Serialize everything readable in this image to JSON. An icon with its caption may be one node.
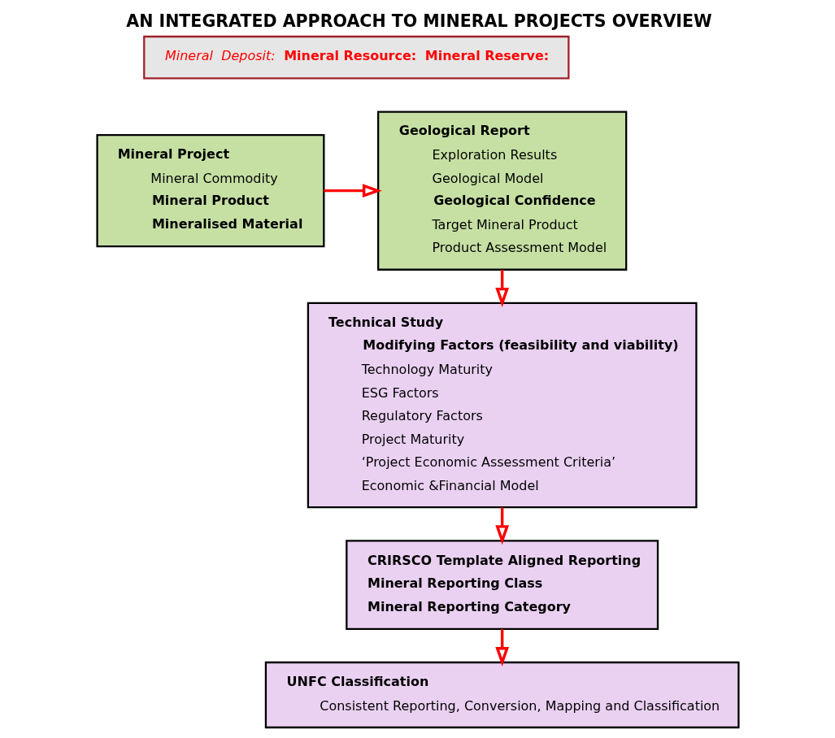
{
  "diagram": {
    "title": "AN INTEGRATED APPROACH TO MINERAL PROJECTS OVERVIEW",
    "nodes": [
      {
        "text": [
          "Mineral  Deposit:",
          "Mineral Resource:",
          "Mineral Reserve:"
        ]
      },
      {
        "text": [
          "Mineral Project",
          "Mineral Commodity",
          "Mineral Product",
          "Mineralised Material"
        ]
      },
      {
        "text": [
          "Geological Report",
          "Exploration Results",
          "Geological Model",
          "Geological Confidence",
          "Target Mineral Product",
          "Product Assessment Model"
        ]
      },
      {
        "text": [
          "Technical Study",
          "Modifying Factors (feasibility and viability)",
          "Technology Maturity",
          "ESG Factors",
          "Regulatory Factors",
          "Project Maturity",
          "‘Project Economic Assessment Criteria’",
          "Economic &Financial Model"
        ]
      },
      {
        "text": [
          "CRIRSCO Template Aligned Reporting",
          "Mineral Reporting Class",
          "Mineral Reporting Category"
        ]
      },
      {
        "text": [
          "UNFC Classification",
          "Consistent Reporting, Conversion, Mapping and Classification"
        ]
      }
    ],
    "edges": [
      {
        "from": 1,
        "to": 2,
        "arrow": "to"
      },
      {
        "from": 2,
        "to": 3,
        "arrow": "to"
      },
      {
        "from": 3,
        "to": 4,
        "arrow": "to"
      },
      {
        "from": 4,
        "to": 5,
        "arrow": "to"
      }
    ]
  }
}
